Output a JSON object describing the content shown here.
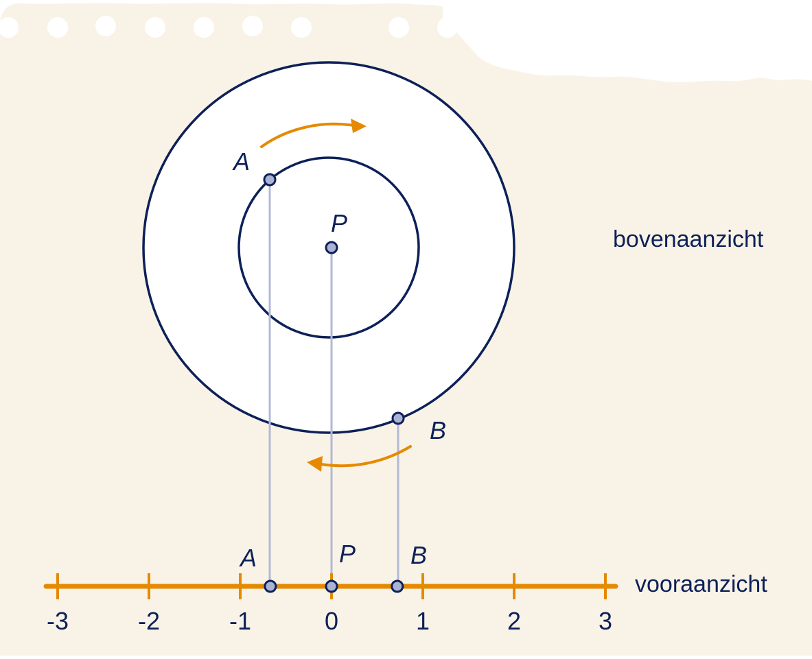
{
  "colors": {
    "paper": "#f9f3e7",
    "navy": "#0d2058",
    "orange": "#e58a00",
    "projection": "#b2b8d6",
    "point_fill": "#aab3d4",
    "disc_fill": "#ffffff"
  },
  "views": {
    "top_view_label": "bovenaanzicht",
    "front_view_label": "vooraanzicht"
  },
  "top_view_points": {
    "A": "A",
    "P": "P",
    "B": "B"
  },
  "front_view_points": {
    "A": "A",
    "P": "P",
    "B": "B"
  },
  "axis": {
    "min": -3,
    "max": 3,
    "ticks": [
      "-3",
      "-2",
      "-1",
      "0",
      "1",
      "2",
      "3"
    ],
    "point_positions": {
      "A": -0.67,
      "P": 0,
      "B": 0.72
    }
  }
}
